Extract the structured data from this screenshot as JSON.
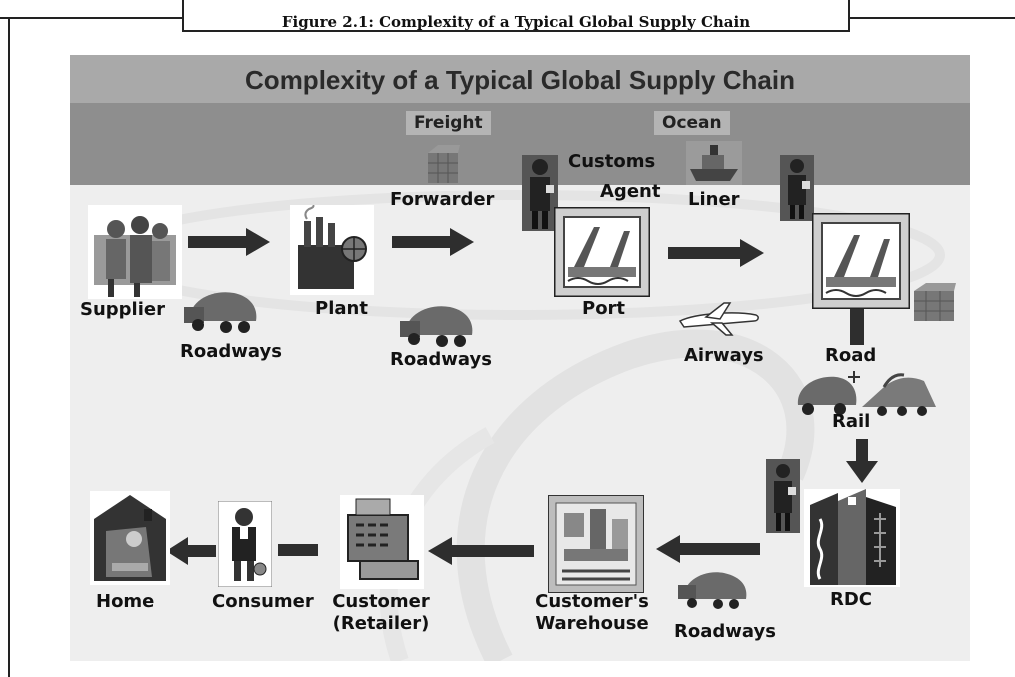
{
  "figure": {
    "caption": "Figure 2.1: Complexity of a Typical Global Supply Chain",
    "heading": "Complexity of a Typical Global Supply Chain"
  },
  "nodes": {
    "supplier": "Supplier",
    "plant": "Plant",
    "forwarder": "Forwarder",
    "freight": "Freight",
    "customs": "Customs",
    "agent": "Agent",
    "ocean": "Ocean",
    "liner": "Liner",
    "port": "Port",
    "road": "Road",
    "rail": "Rail",
    "rdc": "RDC",
    "customers_warehouse_line1": "Customer's",
    "customers_warehouse_line2": "Warehouse",
    "customer_line1": "Customer",
    "customer_line2": "(Retailer)",
    "consumer": "Consumer",
    "home": "Home"
  },
  "transport": {
    "roadways_1": "Roadways",
    "roadways_2": "Roadways",
    "roadways_3": "Roadways",
    "airways": "Airways"
  },
  "colors": {
    "arrow": "#2e2e2e",
    "band": "#8e8e8e",
    "panel": "#eeeeee"
  }
}
